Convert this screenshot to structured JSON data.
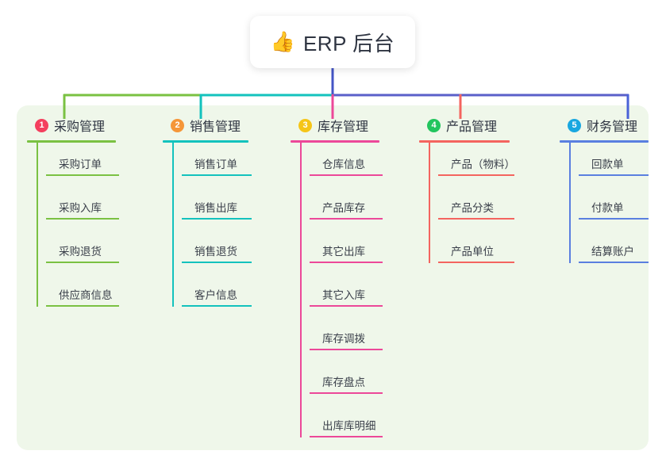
{
  "root": {
    "icon": "thumbs-up-icon",
    "icon_glyph": "👍",
    "title": "ERP 后台"
  },
  "canvas": {
    "panel_color": "#eff7ea",
    "background": "#ffffff"
  },
  "columns": [
    {
      "number": "1",
      "badge_color": "#f43f5e",
      "line_color": "#7ac142",
      "title": "采购管理",
      "items": [
        "采购订单",
        "采购入库",
        "采购退货",
        "供应商信息"
      ]
    },
    {
      "number": "2",
      "badge_color": "#f59638",
      "line_color": "#13c2bd",
      "title": "销售管理",
      "items": [
        "销售订单",
        "销售出库",
        "销售退货",
        "客户信息"
      ]
    },
    {
      "number": "3",
      "badge_color": "#f5c518",
      "line_color": "#ec4899",
      "title": "库存管理",
      "items": [
        "仓库信息",
        "产品库存",
        "其它出库",
        "其它入库",
        "库存调拨",
        "库存盘点",
        "出库库明细"
      ]
    },
    {
      "number": "4",
      "badge_color": "#22c55e",
      "line_color": "#f4645f",
      "title": "产品管理",
      "items": [
        "产品（物料）",
        "产品分类",
        "产品单位"
      ]
    },
    {
      "number": "5",
      "badge_color": "#19a7e0",
      "line_color": "#5a7fe0",
      "title": "财务管理",
      "items": [
        "回款单",
        "付款单",
        "结算账户"
      ]
    }
  ],
  "connectors": {
    "trunk_color": "#4455c6",
    "segment_colors": [
      "#7ac142",
      "#13c2bd",
      "#5a5fc9",
      "#5a5fc9"
    ],
    "drop_colors": [
      "#7ac142",
      "#13c2bd",
      "#ec4899",
      "#f4645f",
      "#4a62d8"
    ]
  }
}
